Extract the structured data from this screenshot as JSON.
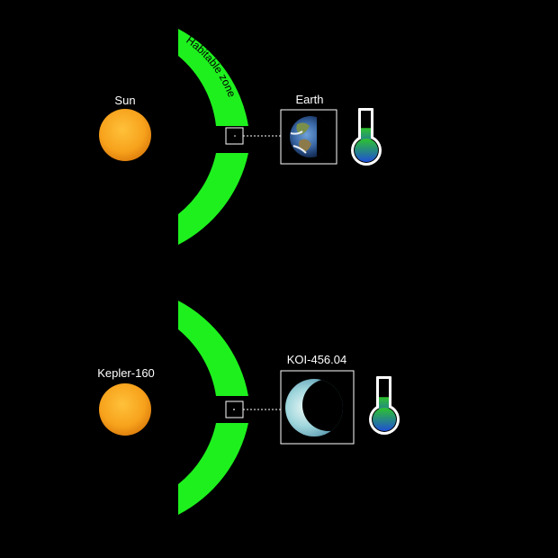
{
  "diagram": {
    "habitable_zone_label": "Habitable zone",
    "systems": [
      {
        "star_name": "Sun",
        "planet_name": "Earth",
        "thermometer_fill": 0.55
      },
      {
        "star_name": "Kepler-160",
        "planet_name": "KOI-456.04",
        "thermometer_fill": 0.55
      }
    ],
    "colors": {
      "background": "#000000",
      "habitable_zone": "#1ef01e",
      "star": "#f7a21c",
      "label": "#ffffff",
      "thermometer_top": "#2ec42e",
      "thermometer_bottom": "#1f4fd6"
    }
  }
}
